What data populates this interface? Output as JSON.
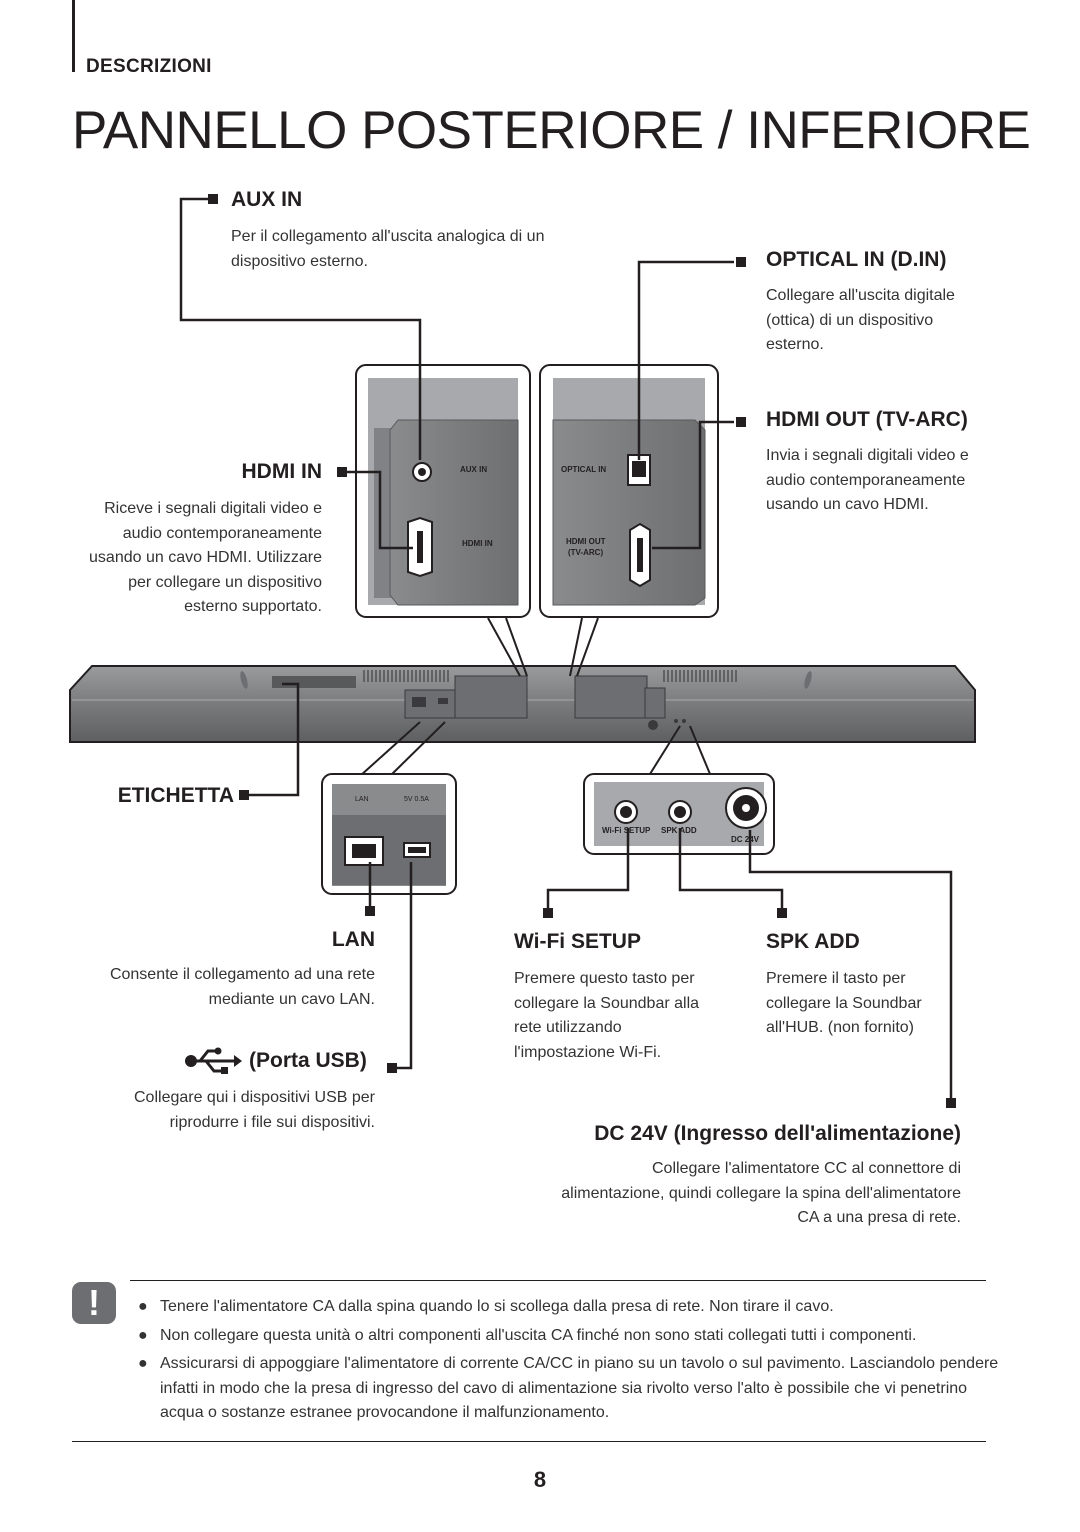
{
  "header": {
    "section": "DESCRIZIONI",
    "title": "PANNELLO POSTERIORE / INFERIORE"
  },
  "callouts": {
    "aux_in": {
      "title": "AUX IN",
      "desc1": "Per il collegamento all'uscita analogica di un",
      "desc2": "dispositivo esterno."
    },
    "optical_in": {
      "title": "OPTICAL IN (D.IN)",
      "desc1": "Collegare all'uscita digitale",
      "desc2": "(ottica) di un dispositivo",
      "desc3": "esterno."
    },
    "hdmi_out": {
      "title": "HDMI OUT (TV-ARC)",
      "desc1": "Invia i segnali digitali video e",
      "desc2": "audio contemporaneamente",
      "desc3": "usando un cavo HDMI."
    },
    "hdmi_in": {
      "title": "HDMI IN",
      "desc1": "Riceve i segnali digitali video e",
      "desc2": "audio contemporaneamente",
      "desc3": "usando un cavo HDMI. Utilizzare",
      "desc4": "per collegare un dispositivo",
      "desc5": "esterno supportato."
    },
    "etichetta": {
      "title": "ETICHETTA"
    },
    "lan": {
      "title": "LAN",
      "desc1": "Consente il collegamento ad una rete",
      "desc2": "mediante un cavo LAN."
    },
    "usb": {
      "title": "(Porta USB)",
      "desc1": "Collegare qui i dispositivi USB per",
      "desc2": "riprodurre i file sui dispositivi."
    },
    "wifi_setup": {
      "title": "Wi-Fi SETUP",
      "desc1": "Premere questo tasto per",
      "desc2": "collegare la Soundbar alla",
      "desc3": "rete utilizzando",
      "desc4": "l'impostazione Wi-Fi."
    },
    "spk_add": {
      "title": "SPK ADD",
      "desc1": "Premere il tasto per",
      "desc2": "collegare la Soundbar",
      "desc3": "all'HUB. (non fornito)"
    },
    "dc24v": {
      "title": "DC 24V (Ingresso dell'alimentazione)",
      "desc1": "Collegare l'alimentatore CC al connettore di",
      "desc2": "alimentazione, quindi collegare la spina dell'alimentatore",
      "desc3": "CA a una presa di rete."
    }
  },
  "panel_labels": {
    "aux_in": "AUX IN",
    "hdmi_in": "HDMI IN",
    "optical_in": "OPTICAL IN",
    "hdmi_out": "HDMI OUT",
    "tv_arc": "(TV-ARC)",
    "lan": "LAN",
    "usb_rating": "5V 0.5A",
    "wifi_setup": "Wi-Fi SETUP",
    "spk_add": "SPK ADD",
    "dc24v": "DC 24V"
  },
  "notes": {
    "icon": "!",
    "items": [
      "Tenere l'alimentatore CA dalla spina quando lo si scollega dalla presa di rete. Non tirare il cavo.",
      "Non collegare questa unità o altri componenti all'uscita CA finché non sono stati collegati tutti i componenti.",
      "Assicurarsi di appoggiare l'alimentatore di corrente CA/CC in piano su un tavolo o sul pavimento. Lasciandolo pendere infatti in modo che la presa di ingresso del cavo di alimentazione sia rivolto verso l'alto è possibile che vi penetrino acqua o sostanze estranee provocandone il malfunzionamento."
    ],
    "bullet": "●"
  },
  "footer": {
    "page_number": "8"
  },
  "icons": {
    "usb": "usb-icon",
    "warning": "exclamation-icon"
  },
  "colors": {
    "panel_gray": "#808285",
    "panel_dark": "#58595b",
    "text": "#231f20"
  }
}
